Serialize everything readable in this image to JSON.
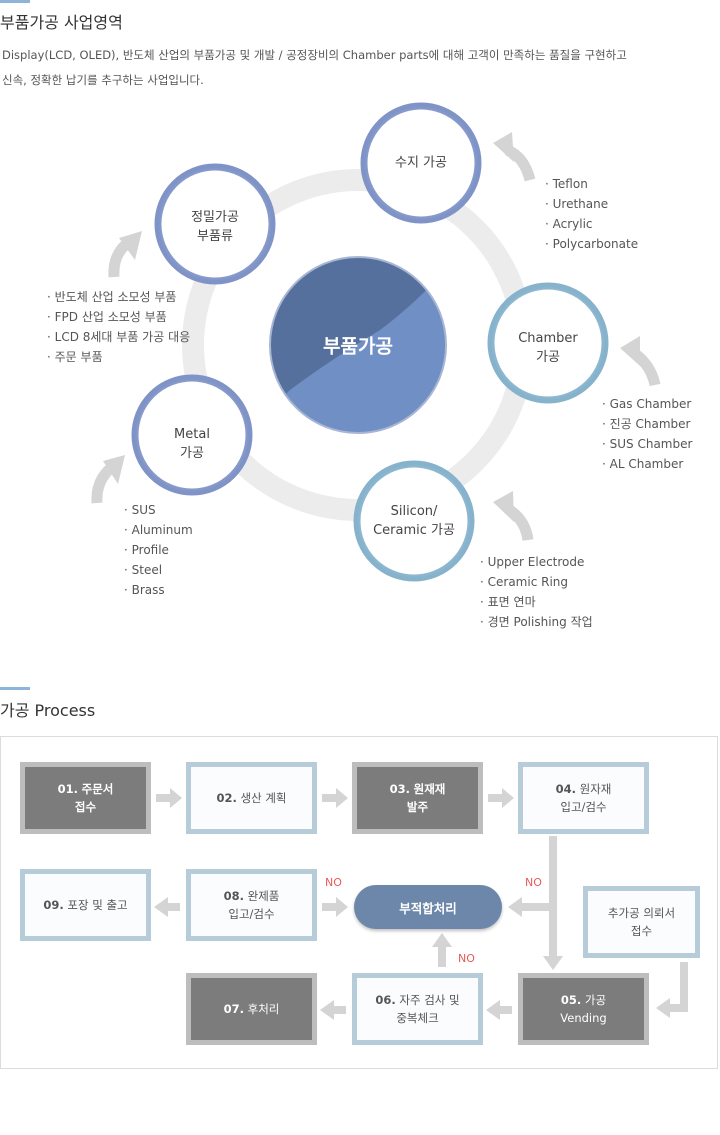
{
  "section1": {
    "title": "부품가공 사업영역",
    "intro": [
      "Display(LCD, OLED), 반도체 산업의 부품가공 및 개발 / 공정장비의 Chamber parts에 대해 고객이 만족하는 품질을 구현하고",
      "신속, 정확한 납기를 추구하는 사업입니다."
    ],
    "center": "부품가공",
    "nodes": [
      {
        "id": "resin",
        "lines": [
          "수지 가공"
        ],
        "items": [
          "· Teflon",
          "· Urethane",
          "· Acrylic",
          "· Polycarbonate"
        ]
      },
      {
        "id": "chamber",
        "lines": [
          "Chamber",
          "가공"
        ],
        "items": [
          "· Gas Chamber",
          "· 진공 Chamber",
          "· SUS Chamber",
          "· AL Chamber"
        ]
      },
      {
        "id": "silicon",
        "lines": [
          "Silicon/",
          "Ceramic 가공"
        ],
        "items": [
          "· Upper Electrode",
          "· Ceramic Ring",
          "· 표면 연마",
          "· 경면 Polishing 작업"
        ]
      },
      {
        "id": "metal",
        "lines": [
          "Metal",
          "가공"
        ],
        "items": [
          "· SUS",
          "· Aluminum",
          "· Profile",
          "· Steel",
          "· Brass"
        ]
      },
      {
        "id": "precision",
        "lines": [
          "정밀가공",
          "부품류"
        ],
        "items": [
          "· 반도체 산업 소모성 부품",
          "· FPD 산업 소모성 부품",
          "· LCD 8세대 부품 가공 대응",
          "· 주문 부품"
        ]
      }
    ],
    "colors": {
      "center_dark": "#56709e",
      "center_light": "#6f8fc5",
      "ring": "#ececec",
      "arrow": "#d4d4d4"
    }
  },
  "section2": {
    "title": "가공 Process",
    "steps": {
      "s01": {
        "num": "01.",
        "line1": "주문서",
        "line2": "접수"
      },
      "s02": {
        "num": "02.",
        "line1": "생산 계획",
        "line2": ""
      },
      "s03": {
        "num": "03.",
        "line1": "원재재",
        "line2": "발주"
      },
      "s04": {
        "num": "04.",
        "line1": "원자재",
        "line2": "입고/검수"
      },
      "s05": {
        "num": "05.",
        "line1": "가공",
        "line2": "Vending"
      },
      "s06": {
        "num": "06.",
        "line1": "자주 검사 및",
        "line2": "중복체크"
      },
      "s07": {
        "num": "07.",
        "line1": "후처리",
        "line2": ""
      },
      "s08": {
        "num": "08.",
        "line1": "완제품",
        "line2": "입고/검수"
      },
      "s09": {
        "num": "09.",
        "line1": "포장 및 출고",
        "line2": ""
      },
      "extra": {
        "line1": "추가공 의뢰서",
        "line2": "접수"
      }
    },
    "nonconform": "부적합처리",
    "no_label": "NO"
  }
}
